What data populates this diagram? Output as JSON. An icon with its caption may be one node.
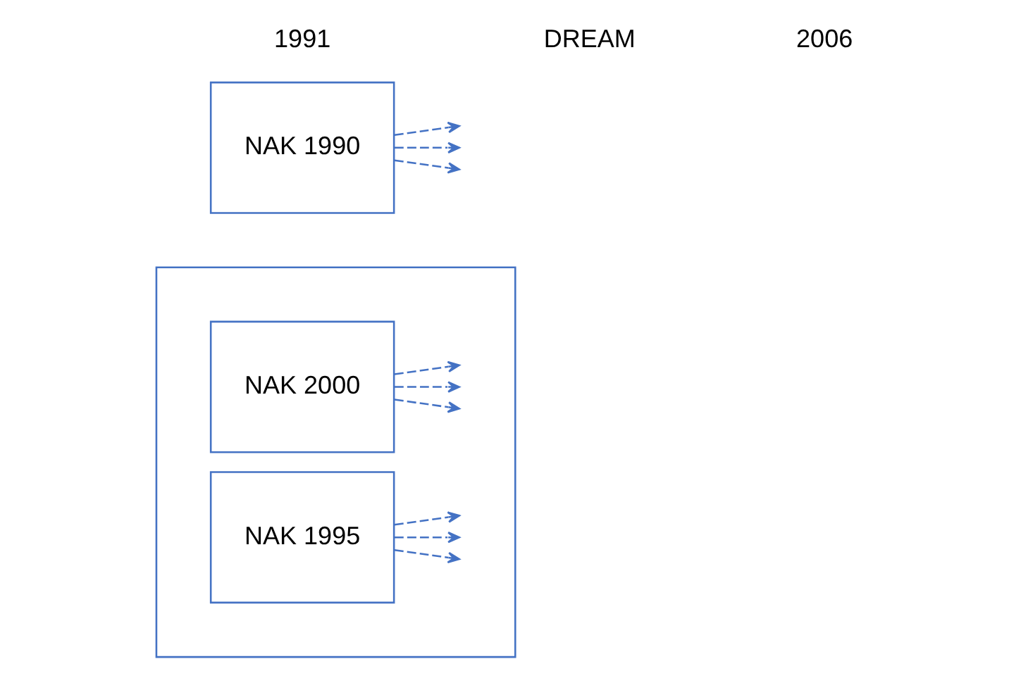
{
  "diagram": {
    "nodes": [
      {
        "text": [],
        "shape": "box"
      },
      {
        "text": [
          "NAK 2000"
        ],
        "in": 0
      },
      {
        "text": [
          "NAK 1995"
        ],
        "in": 0
      },
      {
        "text": [
          "NAK 1990"
        ]
      }
    ],
    "edges": [
      {
        "from": 1,
        "to": null,
        "arrow": "to",
        "style": "dashed"
      },
      {
        "from": 1,
        "to": null,
        "arrow": "to",
        "style": "dashed"
      },
      {
        "from": 1,
        "to": null,
        "arrow": "to",
        "style": "dashed"
      },
      {
        "from": 2,
        "to": null,
        "arrow": "to",
        "style": "dashed"
      },
      {
        "from": 2,
        "to": null,
        "arrow": "to",
        "style": "dashed"
      },
      {
        "from": 2,
        "to": null,
        "arrow": "to",
        "style": "dashed"
      },
      {
        "from": 3,
        "to": null,
        "arrow": "to",
        "style": "dashed"
      },
      {
        "from": 3,
        "to": null,
        "arrow": "to",
        "style": "dashed"
      },
      {
        "from": 3,
        "to": null,
        "arrow": "to",
        "style": "dashed"
      }
    ],
    "labels": [
      "1991",
      "DREAM",
      "2006"
    ]
  }
}
